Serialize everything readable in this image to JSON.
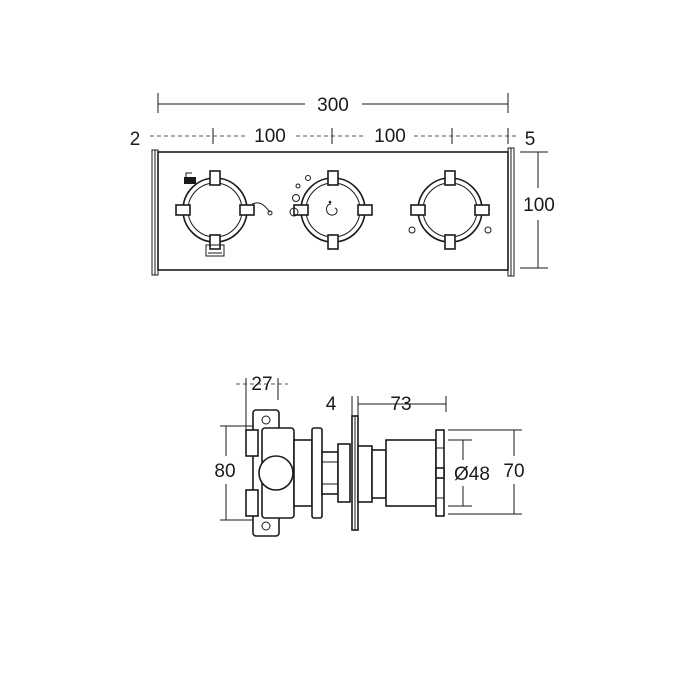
{
  "front_view": {
    "overall_width": "300",
    "left_offset": "2",
    "spacing_left": "100",
    "spacing_right": "100",
    "right_offset": "5",
    "height": "100"
  },
  "side_view": {
    "valve_depth": "27",
    "body_height": "80",
    "plate_thickness": "4",
    "handle_projection": "73",
    "handle_diameter": "Ø48",
    "handle_height": "70"
  }
}
